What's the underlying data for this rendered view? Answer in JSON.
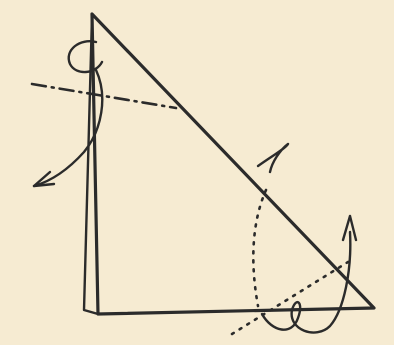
{
  "diagram": {
    "background": "#f6ebd2",
    "ink": "#2b2b2b",
    "elements": [
      "paper-triangle",
      "inner-fold-edge",
      "valley-fold-line",
      "mountain-fold-curve",
      "bottom-fold-line",
      "fold-arrow-top",
      "fold-arrow-left",
      "fold-arrow-right",
      "fold-arrow-bottom"
    ]
  }
}
